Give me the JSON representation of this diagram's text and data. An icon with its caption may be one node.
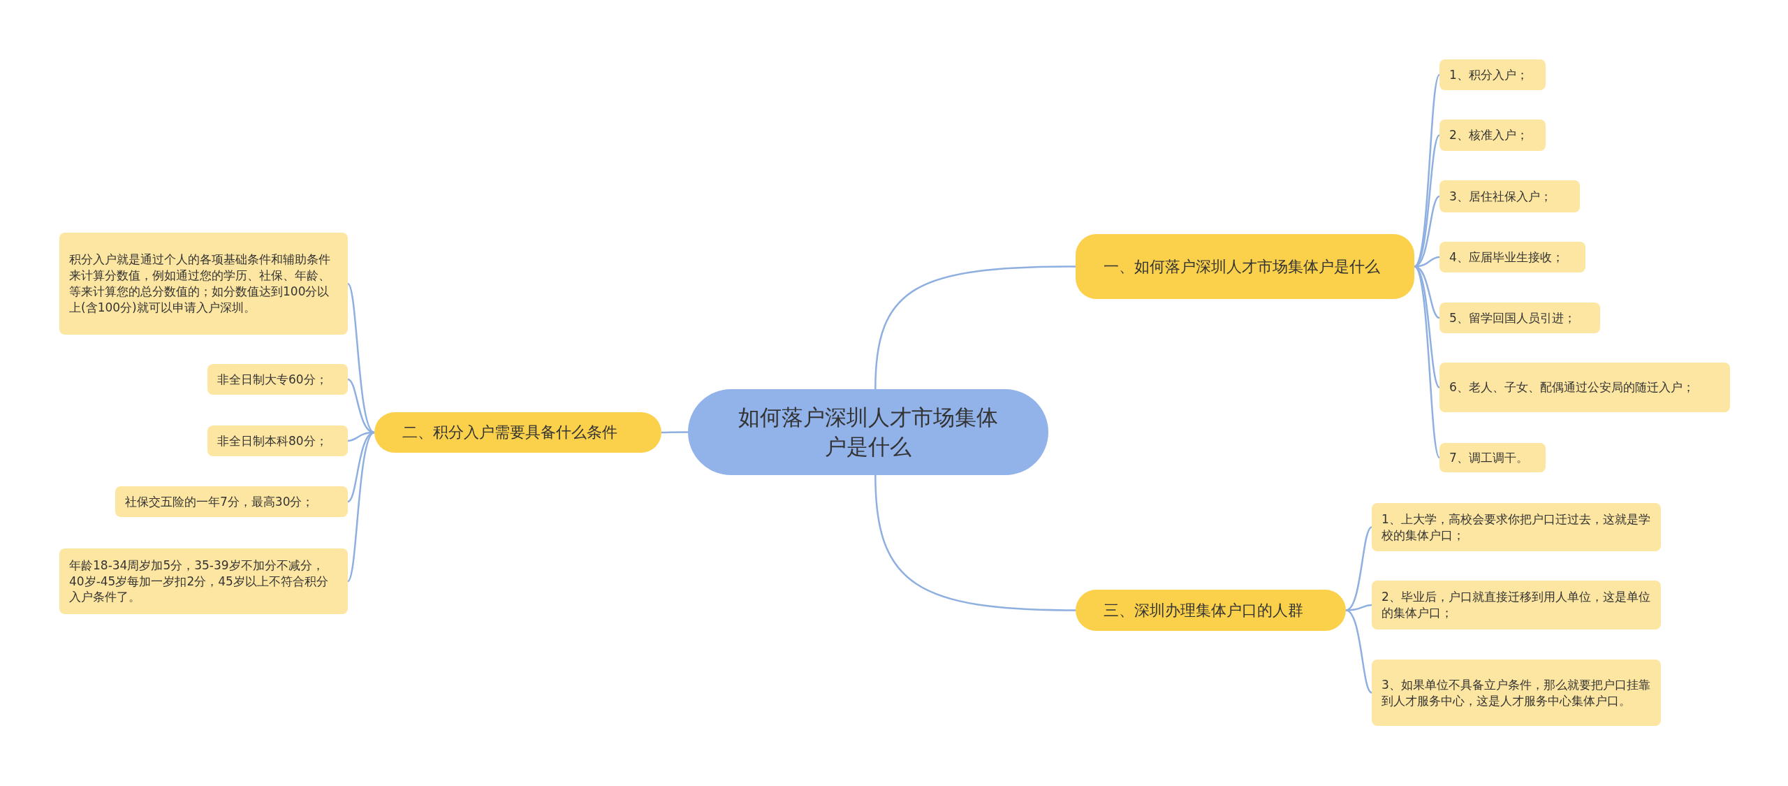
{
  "diagram": {
    "nodes": [
      {
        "text": [
          "如何落户深圳人才市场集体户是什么"
        ]
      },
      {
        "text": [
          "一、如何落户深圳人才市场集体户是什么"
        ]
      },
      {
        "text": [
          "1、积分入户；"
        ]
      },
      {
        "text": [
          "2、核准入户；"
        ]
      },
      {
        "text": [
          "3、居住社保入户；"
        ]
      },
      {
        "text": [
          "4、应届毕业生接收；"
        ]
      },
      {
        "text": [
          "5、留学回国人员引进；"
        ]
      },
      {
        "text": [
          "6、老人、子女、配偶通过公安局的随迁入户；"
        ]
      },
      {
        "text": [
          "7、调工调干。"
        ]
      },
      {
        "text": [
          "二、积分入户需要具备什么条件"
        ]
      },
      {
        "text": [
          "积分入户就是通过个人的各项基础条件和辅助条件来计算分数值，例如通过您的学历、社保、年龄、等来计算您的总分数值的；如分数值达到100分以上(含100分)就可以申请入户深圳。"
        ]
      },
      {
        "text": [
          "非全日制大专60分；"
        ]
      },
      {
        "text": [
          "非全日制本科80分；"
        ]
      },
      {
        "text": [
          "社保交五险的一年7分，最高30分；"
        ]
      },
      {
        "text": [
          "年龄18-34周岁加5分，35-39岁不加分不减分，40岁-45岁每加一岁扣2分，45岁以上不符合积分入户条件了。"
        ]
      },
      {
        "text": [
          "三、深圳办理集体户口的人群"
        ]
      },
      {
        "text": [
          "1、上大学，高校会要求你把户口迁过去，这就是学校的集体户口；"
        ]
      },
      {
        "text": [
          "2、毕业后，户口就直接迁移到用人单位，这是单位的集体户口；"
        ]
      },
      {
        "text": [
          "3、如果单位不具备立户条件，那么就要把户口挂靠到人才服务中心，这是人才服务中心集体户口。"
        ]
      }
    ],
    "edges": [
      {
        "from": 0,
        "to": 1,
        "arrow": "none"
      },
      {
        "from": 1,
        "to": 2,
        "arrow": "none"
      },
      {
        "from": 1,
        "to": 3,
        "arrow": "none"
      },
      {
        "from": 1,
        "to": 4,
        "arrow": "none"
      },
      {
        "from": 1,
        "to": 5,
        "arrow": "none"
      },
      {
        "from": 1,
        "to": 6,
        "arrow": "none"
      },
      {
        "from": 1,
        "to": 7,
        "arrow": "none"
      },
      {
        "from": 1,
        "to": 8,
        "arrow": "none"
      },
      {
        "from": 0,
        "to": 9,
        "arrow": "none"
      },
      {
        "from": 9,
        "to": 10,
        "arrow": "none"
      },
      {
        "from": 9,
        "to": 11,
        "arrow": "none"
      },
      {
        "from": 9,
        "to": 12,
        "arrow": "none"
      },
      {
        "from": 9,
        "to": 13,
        "arrow": "none"
      },
      {
        "from": 9,
        "to": 14,
        "arrow": "none"
      },
      {
        "from": 0,
        "to": 15,
        "arrow": "none"
      },
      {
        "from": 15,
        "to": 16,
        "arrow": "none"
      },
      {
        "from": 15,
        "to": 17,
        "arrow": "none"
      },
      {
        "from": 15,
        "to": 18,
        "arrow": "none"
      }
    ]
  }
}
